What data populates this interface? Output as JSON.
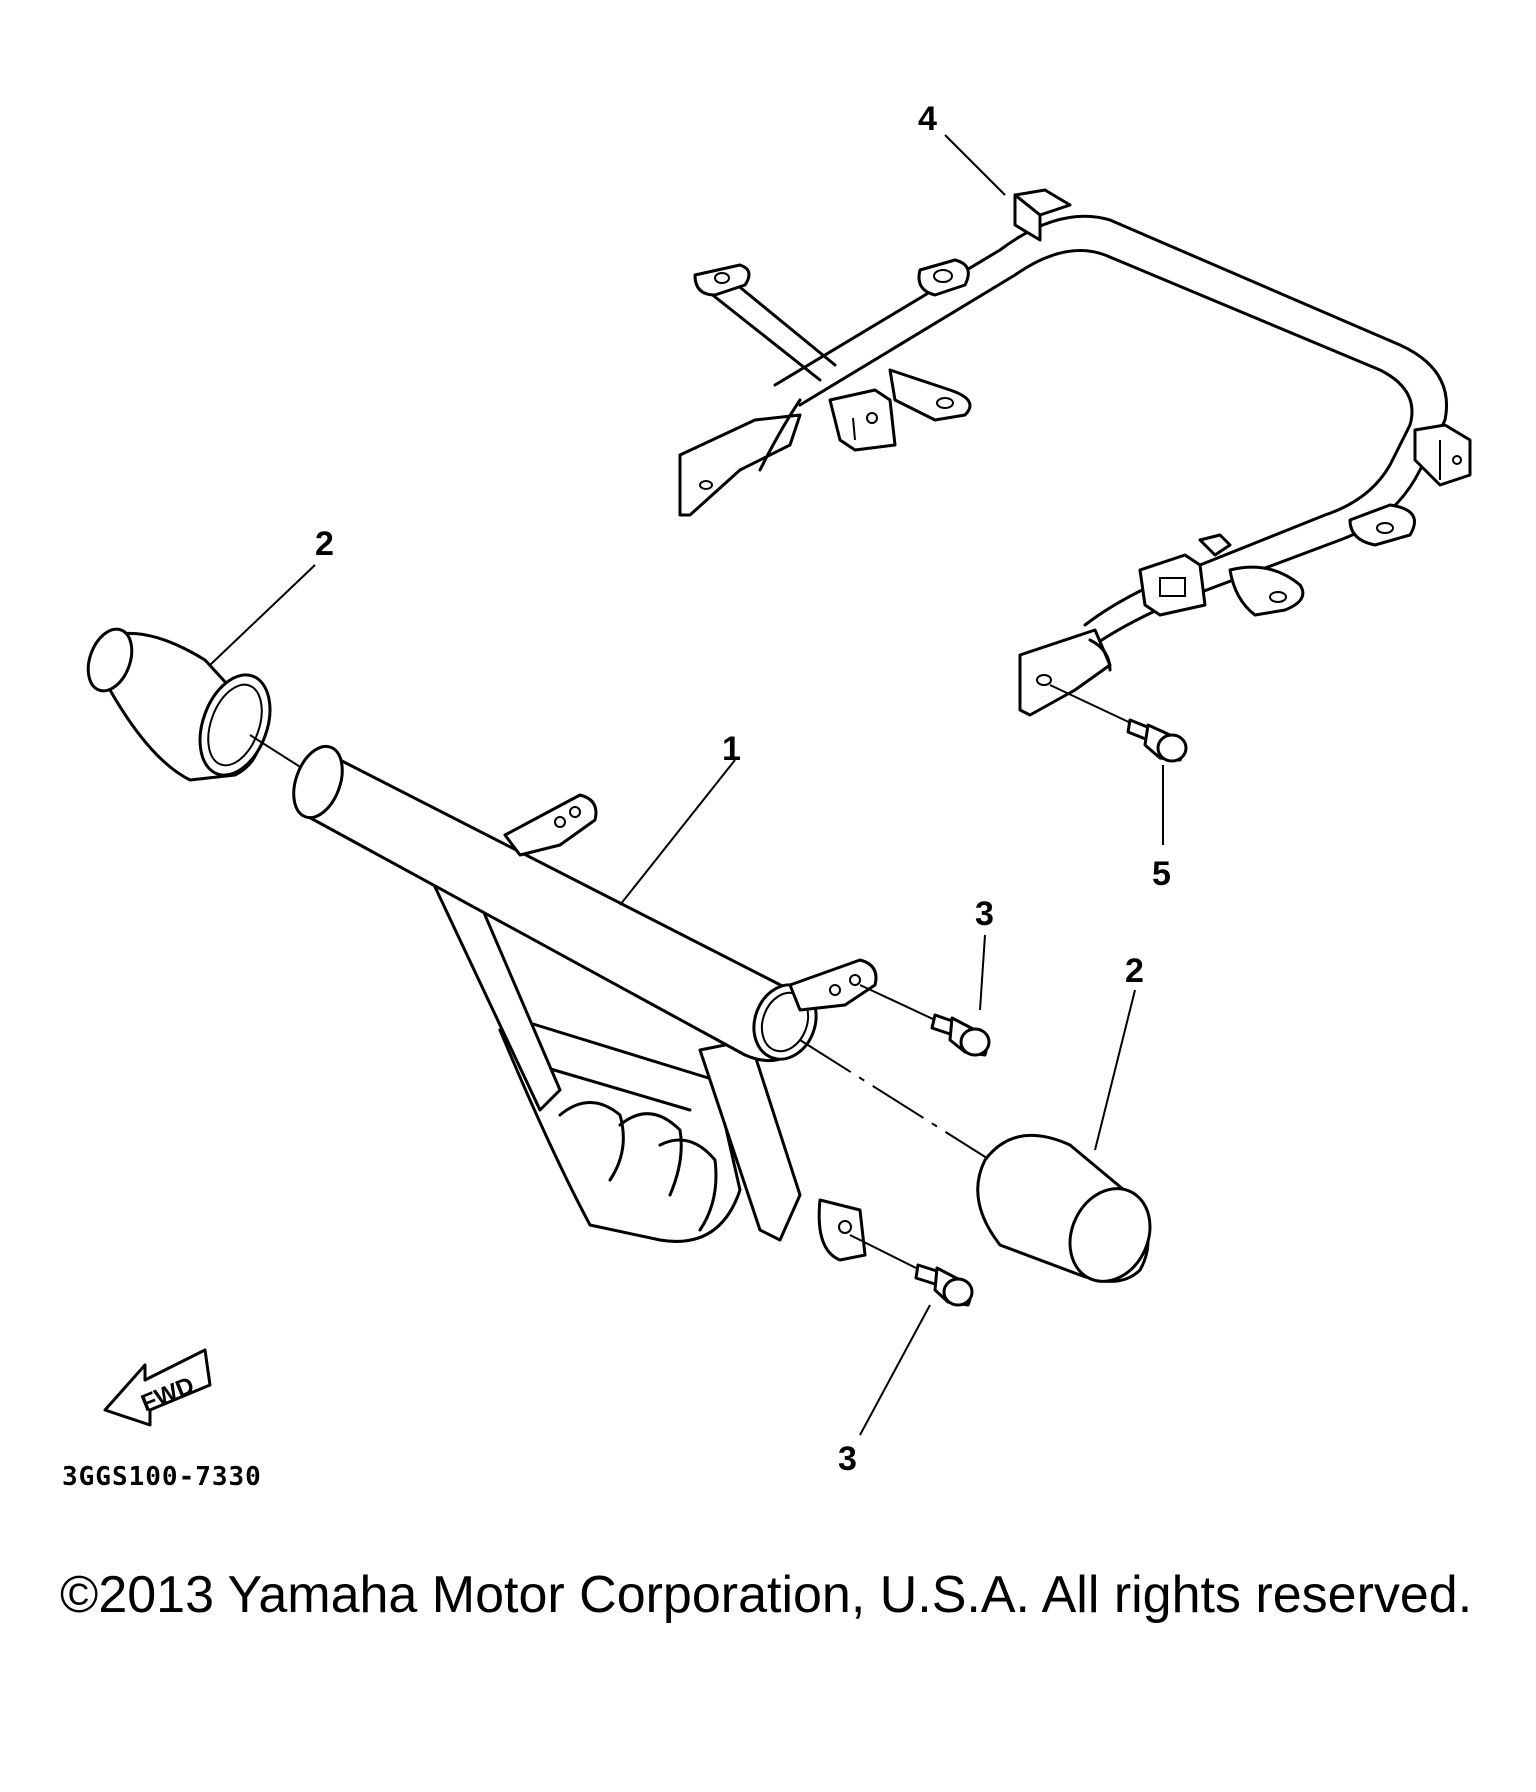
{
  "callouts": {
    "part_1": "1",
    "part_2_left": "2",
    "part_2_right": "2",
    "part_3_upper": "3",
    "part_3_lower": "3",
    "part_4": "4",
    "part_5": "5"
  },
  "fwd_arrow_label": "FWD",
  "drawing_code": "3GGS100-7330",
  "copyright": "©2013 Yamaha Motor Corporation, U.S.A. All rights reserved."
}
